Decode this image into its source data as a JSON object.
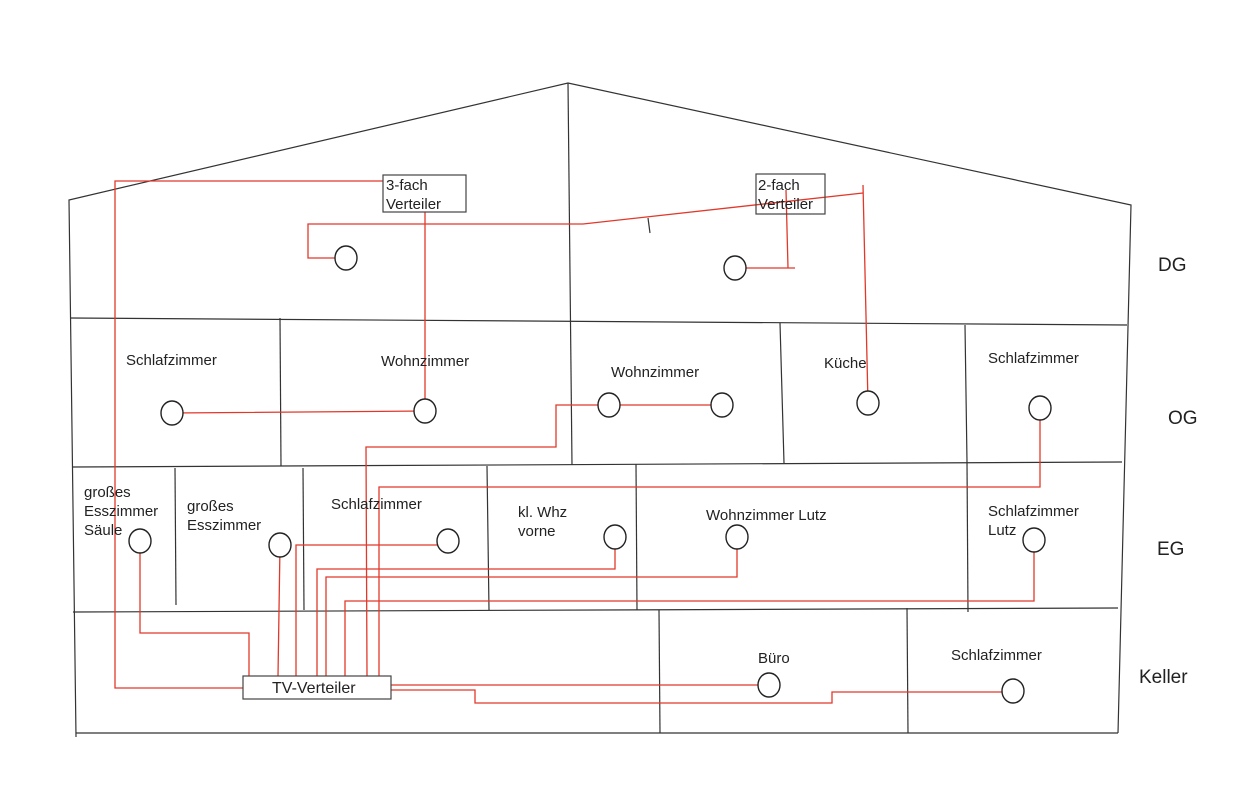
{
  "distributors": {
    "three_way": "3-fach\nVerteiler",
    "two_way": "2-fach\nVerteiler",
    "tv": "TV-Verteiler"
  },
  "floors": [
    "DG",
    "OG",
    "EG",
    "Keller"
  ],
  "rooms": {
    "og": [
      "Schlafzimmer",
      "Wohnzimmer",
      "Wohnzimmer",
      "Küche",
      "Schlafzimmer"
    ],
    "eg": [
      "großes\nEsszimmer\nSäule",
      "großes\nEsszimmer",
      "Schlafzimmer",
      "kl. Whz\nvorne",
      "Wohnzimmer Lutz",
      "Schlafzimmer\nLutz"
    ],
    "keller": [
      "Büro",
      "Schlafzimmer"
    ]
  },
  "colors": {
    "cable": "#e2382a",
    "wall": "#333333"
  },
  "icons": {
    "outlet": "tv-antenna-socket-icon"
  }
}
